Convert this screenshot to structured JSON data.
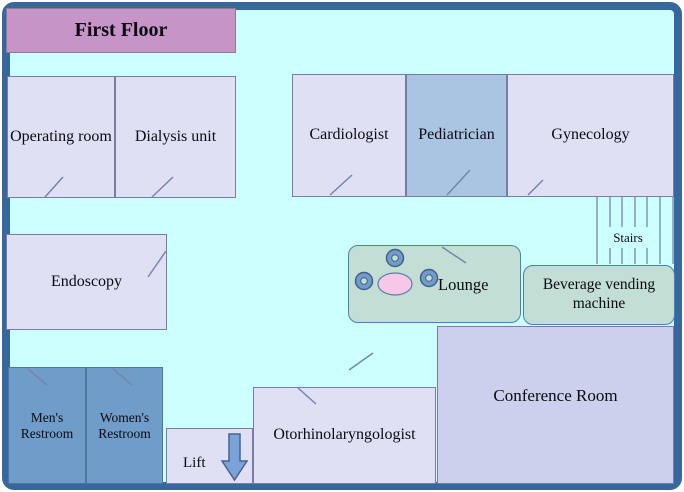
{
  "title": {
    "label": "First Floor"
  },
  "rooms": {
    "operating": {
      "label": "Operating room"
    },
    "dialysis": {
      "label": "Dialysis unit"
    },
    "cardiologist": {
      "label": "Cardiologist"
    },
    "pediatrician": {
      "label": "Pediatrician"
    },
    "gynecology": {
      "label": "Gynecology"
    },
    "endoscopy": {
      "label": "Endoscopy"
    },
    "mens_restroom": {
      "label": "Men's Restroom"
    },
    "womens_restroom": {
      "label": "Women's Restroom"
    },
    "lift": {
      "label": "Lift"
    },
    "otorhinolaryngologist": {
      "label": "Otorhinolaryngologist"
    },
    "conference": {
      "label": "Conference Room"
    },
    "lounge": {
      "label": "Lounge"
    },
    "beverage": {
      "label": "Beverage vending machine"
    },
    "stairs": {
      "label": "Stairs"
    }
  },
  "colors": {
    "frame_wall": "#36689e",
    "floor": "#ccffff",
    "room_fill": "#e0e0f5",
    "room_border": "#7b7ba6",
    "pediatrician_fill": "#a9c5e2",
    "restroom_fill": "#6f9cc9",
    "conference_fill": "#cdd0ec",
    "amenity_fill": "#c3ded5",
    "amenity_border": "#4d7fb3",
    "title_fill": "#c794c7",
    "door_line": "#7585ad",
    "chair_fill": "#6f9cc8",
    "table_fill": "#f7c7e7",
    "arrow_fill": "#7aa4d9"
  }
}
